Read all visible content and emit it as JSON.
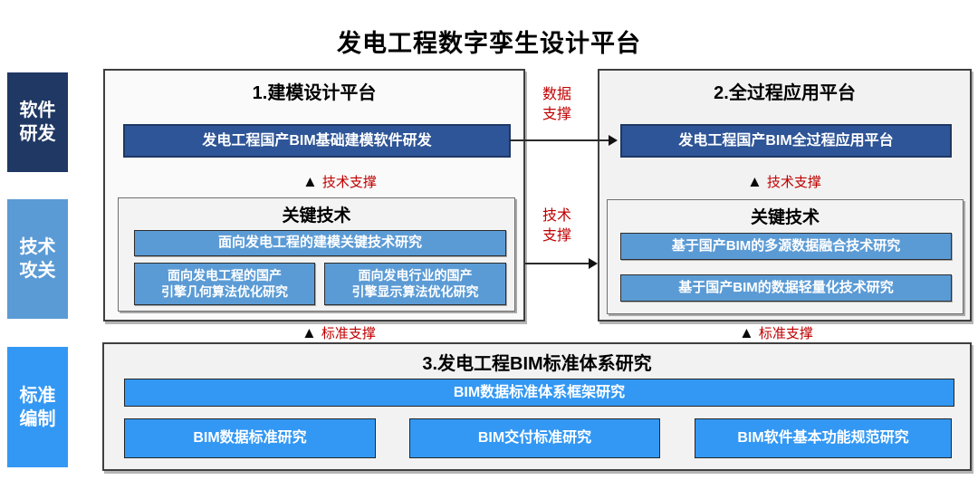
{
  "title": "发电工程数字孪生设计平台",
  "colors": {
    "navy": "#1f3864",
    "midblue": "#5b9bd5",
    "brightblue": "#3398f4",
    "darkbar": "#2e5597",
    "red": "#c00000"
  },
  "sidebar": {
    "items": [
      {
        "label": "软件\n研发"
      },
      {
        "label": "技术\n攻关"
      },
      {
        "label": "标准\n编制"
      }
    ]
  },
  "platform1": {
    "title": "1.建模设计平台",
    "main_bar": "发电工程国产BIM基础建模软件研发",
    "tech_support_label": "技术支撑",
    "key_tech": {
      "title": "关键技术",
      "bar1": "面向发电工程的建模关键技术研究",
      "bar2": "面向发电工程的国产\n引擎几何算法优化研究",
      "bar3": "面向发电行业的国产\n引擎显示算法优化研究"
    }
  },
  "platform2": {
    "title": "2.全过程应用平台",
    "main_bar": "发电工程国产BIM全过程应用平台",
    "tech_support_label": "技术支撑",
    "key_tech": {
      "title": "关键技术",
      "bar1": "基于国产BIM的多源数据融合技术研究",
      "bar2": "基于国产BIM的数据轻量化技术研究"
    }
  },
  "platform3": {
    "title": "3.发电工程BIM标准体系研究",
    "full_bar": "BIM数据标准体系框架研究",
    "bars": [
      "BIM数据标准研究",
      "BIM交付标准研究",
      "BIM软件基本功能规范研究"
    ],
    "standard_support_left": "标准支撑",
    "standard_support_right": "标准支撑"
  },
  "connectors": {
    "data_support": "数据\n支撑",
    "tech_support": "技术\n支撑"
  }
}
